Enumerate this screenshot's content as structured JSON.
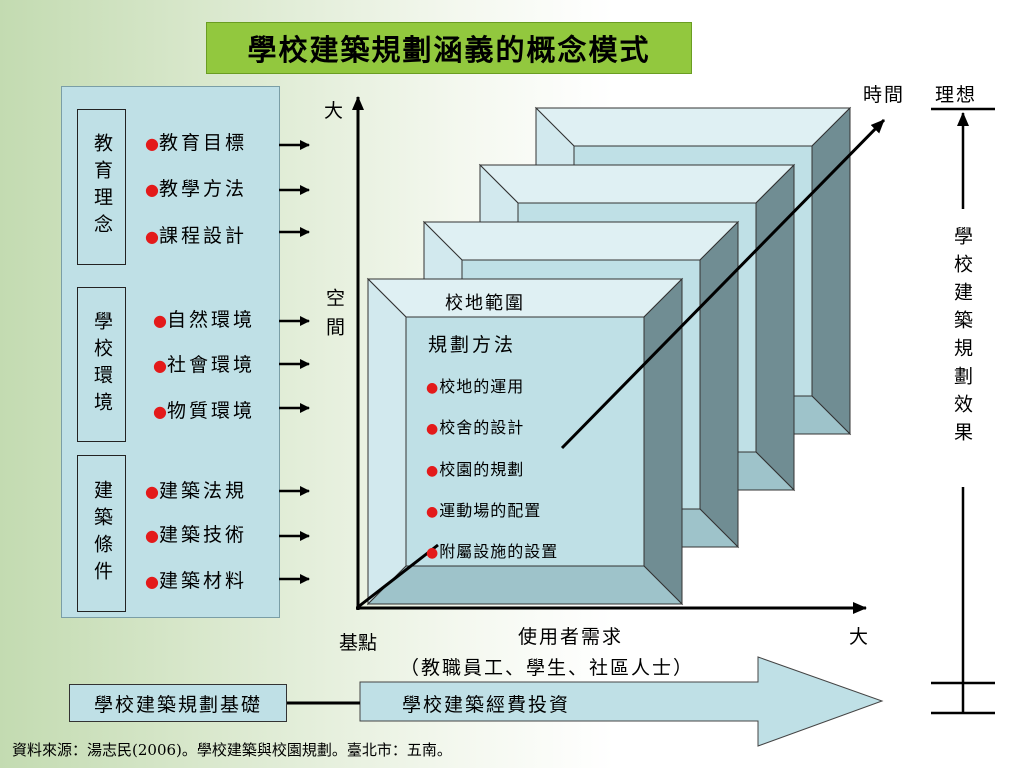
{
  "title": "學校建築規劃涵義的概念模式",
  "groups": [
    {
      "name": "教育理念",
      "items": [
        "教育目標",
        "教學方法",
        "課程設計"
      ]
    },
    {
      "name": "學校環境",
      "items": [
        "自然環境",
        "社會環境",
        "物質環境"
      ]
    },
    {
      "name": "建築條件",
      "items": [
        "建築法規",
        "建築技術",
        "建築材料"
      ]
    }
  ],
  "axes": {
    "y_max_label": "大",
    "y_label": "空間",
    "x_label": "使用者需求",
    "x_sublabel": "（教職員工、學生、社區人士）",
    "x_max_label": "大",
    "origin_label": "基點",
    "time_label": "時間"
  },
  "front_box": {
    "site_scope": "校地範圍",
    "method_label": "規劃方法",
    "methods": [
      "校地的運用",
      "校舍的設計",
      "校園的規劃",
      "運動場的配置",
      "附屬設施的設置"
    ]
  },
  "right_scale": {
    "top_label": "理想",
    "vertical_label": "學校建築規劃效果"
  },
  "bottom": {
    "foundation": "學校建築規劃基礎",
    "investment": "學校建築經費投資"
  },
  "source": "資料來源：湯志民(2006)。學校建築與校園規劃。臺北市：五南。",
  "colors": {
    "title_bg": "#92c83e",
    "box_fill": "#bfe0e6",
    "bevel_dark": "#708d93",
    "bullet": "#e31a1a"
  },
  "bullet_glyph": "●"
}
